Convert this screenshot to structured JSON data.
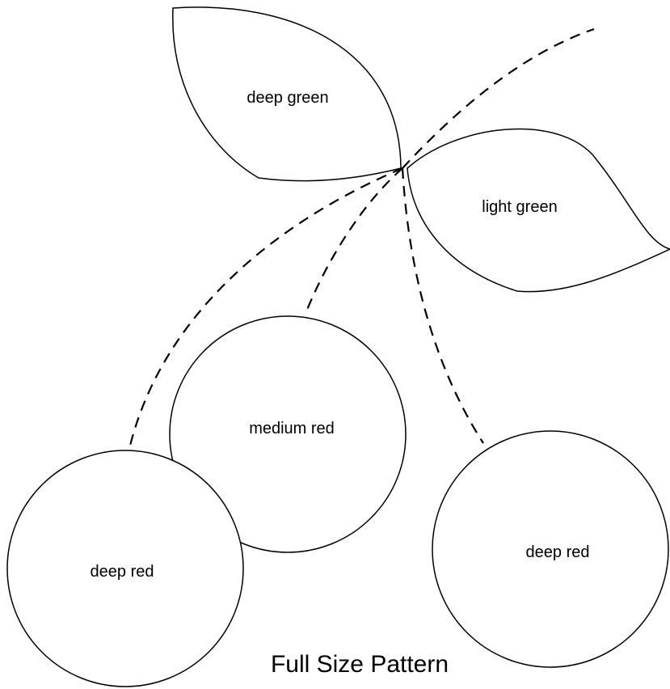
{
  "diagram": {
    "pieces": {
      "leaf_top": "deep green",
      "leaf_right": "light green",
      "cherry_middle": "medium red",
      "cherry_left": "deep red",
      "cherry_right": "deep red"
    },
    "caption": "Full Size Pattern"
  }
}
